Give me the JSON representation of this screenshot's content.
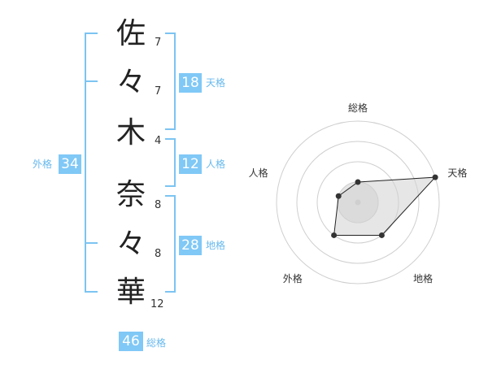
{
  "name": {
    "chars": [
      {
        "char": "佐",
        "strokes": "7"
      },
      {
        "char": "々",
        "strokes": "7"
      },
      {
        "char": "木",
        "strokes": "4"
      },
      {
        "char": "奈",
        "strokes": "8"
      },
      {
        "char": "々",
        "strokes": "8"
      },
      {
        "char": "華",
        "strokes": "12"
      }
    ]
  },
  "scores": {
    "tenkaku": {
      "value": "18",
      "label": "天格"
    },
    "jinkaku": {
      "value": "12",
      "label": "人格"
    },
    "chikaku": {
      "value": "28",
      "label": "地格"
    },
    "gaikaku": {
      "value": "34",
      "label": "外格"
    },
    "soukaku": {
      "value": "46",
      "label": "総格"
    }
  },
  "chart_data": {
    "type": "radar",
    "axes": [
      "総格",
      "天格",
      "地格",
      "外格",
      "人格"
    ],
    "values": [
      1,
      4,
      2,
      2,
      1
    ],
    "max": 4,
    "rings": 4
  },
  "colors": {
    "accent": "#80c8f6",
    "bracket": "#7cc4f2",
    "label": "#67b9ee"
  }
}
